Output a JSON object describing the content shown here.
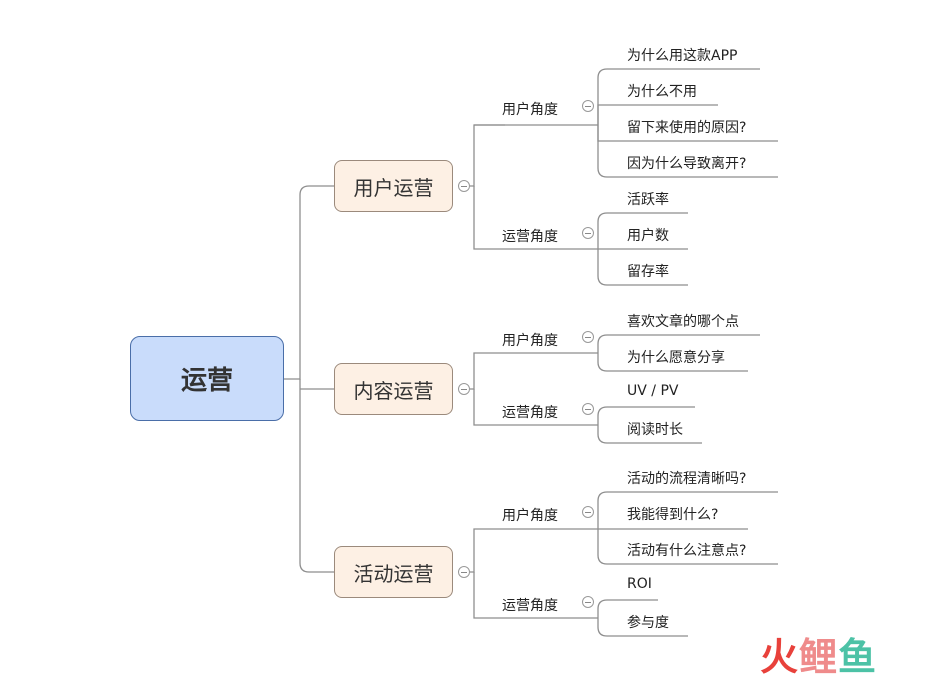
{
  "root": {
    "label": "运营"
  },
  "branches": [
    {
      "label": "用户运营",
      "groups": [
        {
          "label": "用户角度",
          "items": [
            "为什么用这款APP",
            "为什么不用",
            "留下来使用的原因?",
            "因为什么导致离开?"
          ]
        },
        {
          "label": "运营角度",
          "items": [
            "活跃率",
            "用户数",
            "留存率"
          ]
        }
      ]
    },
    {
      "label": "内容运营",
      "groups": [
        {
          "label": "用户角度",
          "items": [
            "喜欢文章的哪个点",
            "为什么愿意分享"
          ]
        },
        {
          "label": "运营角度",
          "items": [
            "UV / PV",
            "阅读时长"
          ]
        }
      ]
    },
    {
      "label": "活动运营",
      "groups": [
        {
          "label": "用户角度",
          "items": [
            "活动的流程清晰吗?",
            "我能得到什么?",
            "活动有什么注意点?"
          ]
        },
        {
          "label": "运营角度",
          "items": [
            "ROI",
            "参与度"
          ]
        }
      ]
    }
  ],
  "watermark": {
    "chars": [
      "火",
      "鲤",
      "鱼"
    ],
    "colors": [
      "#e8413b",
      "#ef8b8b",
      "#4cc2a6"
    ]
  }
}
